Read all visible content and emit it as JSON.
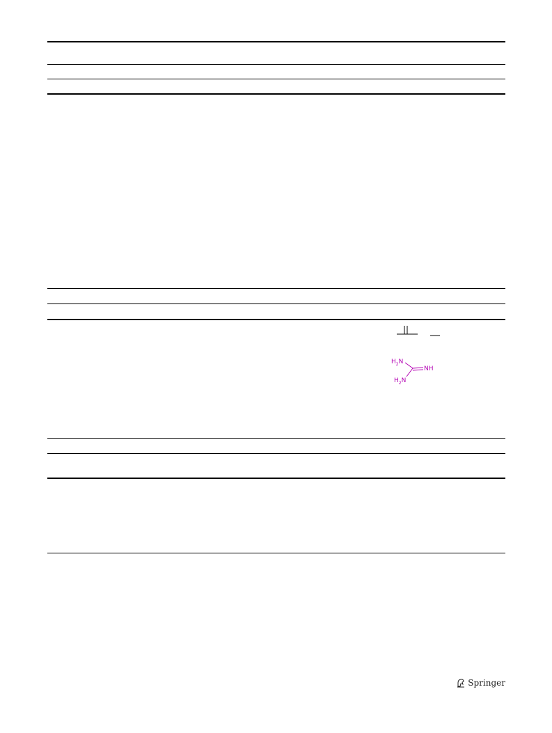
{
  "molecule": {
    "label_h2n_top": "H",
    "label_h2n_top_sub": "2",
    "label_h2n_top_n": "N",
    "label_nh": "NH",
    "label_h2n_bottom": "H",
    "label_h2n_bottom_sub": "2",
    "label_h2n_bottom_n": "N",
    "color": "#b300b3"
  },
  "footer": {
    "publisher": "Springer",
    "publisher_icon": "springer-horse-icon"
  }
}
